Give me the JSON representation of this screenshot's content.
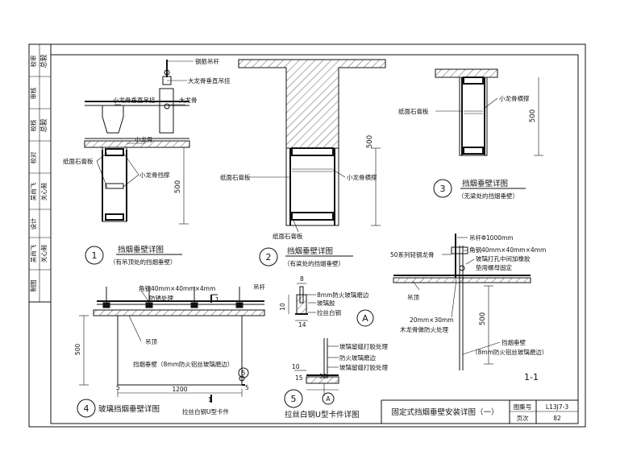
{
  "sidebar": {
    "cells": [
      {
        "label": "校审",
        "sign": "总毅"
      },
      {
        "label": "审核",
        "sign": ""
      },
      {
        "label": "校核",
        "sign": "总毅"
      },
      {
        "label": "校对",
        "sign": ""
      },
      {
        "label": "吴尚飞",
        "sign": "关心毅"
      },
      {
        "label": "设计",
        "sign": ""
      },
      {
        "label": "吴尚飞",
        "sign": "关心毅"
      },
      {
        "label": "制图",
        "sign": ""
      }
    ]
  },
  "detail1": {
    "number": "1",
    "title": "挡烟垂壁详图",
    "subtitle": "（有吊顶处的挡烟垂壁）",
    "labels": {
      "rod": "钢筋吊杆",
      "hanger": "大龙骨垂直吊挂",
      "main_keel": "大龙骨",
      "small_hanger": "小龙骨垂直吊挂",
      "small_keel": "小龙骨",
      "gypsum": "纸面石膏板",
      "brace": "小龙骨挡撑",
      "dim": "500"
    }
  },
  "detail2": {
    "number": "2",
    "title": "挡烟垂壁详图",
    "subtitle": "（有梁处的挡烟垂壁）",
    "labels": {
      "gypsum_left": "纸面石膏板",
      "brace": "小龙骨横撑",
      "gypsum_bottom": "纸面石膏板",
      "dim": "500"
    }
  },
  "detail3": {
    "number": "3",
    "title": "挡烟垂壁详图",
    "subtitle": "（无梁处的挡烟垂壁）",
    "labels": {
      "gypsum": "纸面石膏板",
      "brace": "小龙骨横撑",
      "dim": "500"
    }
  },
  "detail4": {
    "number": "4",
    "title": "玻璃挡烟垂壁详图",
    "labels": {
      "angle": "角钢40mm×40mm×4mm",
      "fire": "防锈处理",
      "rod": "吊杆",
      "ceiling": "吊顶",
      "wall": "挡烟垂壁（8mm防火铝丝玻璃磨边）",
      "clip": "拉丝白钢U型卡件",
      "dim_500": "500",
      "dim_1200": "1200",
      "dim_5a": "5",
      "dim_5b": "5",
      "mark_1a": "1",
      "mark_1b": "1",
      "circle": "5"
    }
  },
  "detail5": {
    "number": "5",
    "title": "拉丝白钢U型卡件详图",
    "labels": {
      "glass": "8mm防火玻璃磨边",
      "glue": "玻璃胶",
      "steel": "拉丝白钢",
      "dim_8": "8",
      "dim_10": "10",
      "dim_14": "14",
      "glue_a": "玻璃留缝打胶处理",
      "glass_b": "防火玻璃磨边",
      "glue_b": "玻璃留缝打胶处理",
      "dim_10b": "10",
      "dim_50": "50",
      "dim_15": "15",
      "mark_a": "A",
      "mark_a2": "A"
    }
  },
  "section11": {
    "title": "1-1",
    "labels": {
      "rod": "吊杆Φ1000mm",
      "keel": "50系列轻钢龙骨",
      "angle": "角钢40mm×40mm×4mm",
      "note1": "玻璃打孔中间加橡胶",
      "note2": "垫用螺母固定",
      "ceiling": "吊顶",
      "wood": "20mm×30mm",
      "wood2": "木龙骨做防火处理",
      "wall": "挡烟垂壁",
      "wall2": "（8mm防火铝丝玻璃磨边）",
      "dim": "500"
    }
  },
  "titleblock": {
    "title": "固定式挡烟垂壁安装详图（一）",
    "atlas_label": "图集号",
    "atlas_value": "L13J7-3",
    "page_label": "页次",
    "page_value": "82"
  }
}
